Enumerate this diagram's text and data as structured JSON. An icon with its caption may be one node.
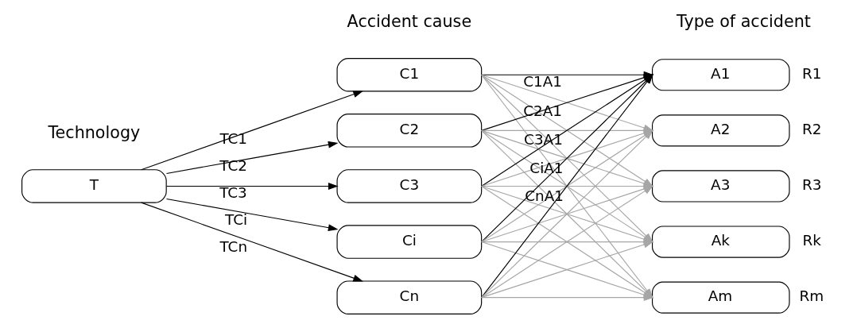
{
  "diagram": {
    "nodes": [
      {
        "text": [
          "T"
        ]
      },
      {
        "text": [
          "C1"
        ]
      },
      {
        "text": [
          "C2"
        ]
      },
      {
        "text": [
          "C3"
        ]
      },
      {
        "text": [
          "Ci"
        ]
      },
      {
        "text": [
          "Cn"
        ]
      },
      {
        "text": [
          "A1"
        ],
        "beside": [
          "R1"
        ]
      },
      {
        "text": [
          "A2"
        ],
        "beside": [
          "R2"
        ]
      },
      {
        "text": [
          "A3"
        ],
        "beside": [
          "R3"
        ]
      },
      {
        "text": [
          "Ak"
        ],
        "beside": [
          "Rk"
        ]
      },
      {
        "text": [
          "Am"
        ],
        "beside": [
          "Rm"
        ]
      }
    ],
    "edges": [
      {
        "from": 0,
        "to": 1,
        "arrow": "to",
        "label": "TC1",
        "color": "#000000"
      },
      {
        "from": 0,
        "to": 2,
        "arrow": "to",
        "label": "TC2",
        "color": "#000000"
      },
      {
        "from": 0,
        "to": 3,
        "arrow": "to",
        "label": "TC3",
        "color": "#000000"
      },
      {
        "from": 0,
        "to": 4,
        "arrow": "to",
        "label": "TCi",
        "color": "#000000"
      },
      {
        "from": 0,
        "to": 5,
        "arrow": "to",
        "label": "TCn",
        "color": "#000000"
      },
      {
        "from": 1,
        "to": 6,
        "arrow": "to",
        "label": "C1A1",
        "color": "#000000"
      },
      {
        "from": 2,
        "to": 6,
        "arrow": "to",
        "label": "C2A1",
        "color": "#000000"
      },
      {
        "from": 3,
        "to": 6,
        "arrow": "to",
        "label": "C3A1",
        "color": "#000000"
      },
      {
        "from": 4,
        "to": 6,
        "arrow": "to",
        "label": "CiA1",
        "color": "#000000"
      },
      {
        "from": 5,
        "to": 6,
        "arrow": "to",
        "label": "CnA1",
        "color": "#000000"
      },
      {
        "from": 1,
        "to": 7,
        "arrow": "to",
        "color": "#a6a6a6"
      },
      {
        "from": 1,
        "to": 8,
        "arrow": "to",
        "color": "#a6a6a6"
      },
      {
        "from": 1,
        "to": 9,
        "arrow": "to",
        "color": "#a6a6a6"
      },
      {
        "from": 1,
        "to": 10,
        "arrow": "to",
        "color": "#a6a6a6"
      },
      {
        "from": 2,
        "to": 7,
        "arrow": "to",
        "color": "#a6a6a6"
      },
      {
        "from": 2,
        "to": 8,
        "arrow": "to",
        "color": "#a6a6a6"
      },
      {
        "from": 2,
        "to": 9,
        "arrow": "to",
        "color": "#a6a6a6"
      },
      {
        "from": 2,
        "to": 10,
        "arrow": "to",
        "color": "#a6a6a6"
      },
      {
        "from": 3,
        "to": 7,
        "arrow": "to",
        "color": "#a6a6a6"
      },
      {
        "from": 3,
        "to": 8,
        "arrow": "to",
        "color": "#a6a6a6"
      },
      {
        "from": 3,
        "to": 9,
        "arrow": "to",
        "color": "#a6a6a6"
      },
      {
        "from": 3,
        "to": 10,
        "arrow": "to",
        "color": "#a6a6a6"
      },
      {
        "from": 4,
        "to": 7,
        "arrow": "to",
        "color": "#a6a6a6"
      },
      {
        "from": 4,
        "to": 8,
        "arrow": "to",
        "color": "#a6a6a6"
      },
      {
        "from": 4,
        "to": 9,
        "arrow": "to",
        "color": "#a6a6a6"
      },
      {
        "from": 4,
        "to": 10,
        "arrow": "to",
        "color": "#a6a6a6"
      },
      {
        "from": 5,
        "to": 7,
        "arrow": "to",
        "color": "#a6a6a6"
      },
      {
        "from": 5,
        "to": 8,
        "arrow": "to",
        "color": "#a6a6a6"
      },
      {
        "from": 5,
        "to": 9,
        "arrow": "to",
        "color": "#a6a6a6"
      },
      {
        "from": 5,
        "to": 10,
        "arrow": "to",
        "color": "#a6a6a6"
      }
    ],
    "labels": [
      "Technology",
      "Accident cause",
      "Type of accident"
    ]
  }
}
